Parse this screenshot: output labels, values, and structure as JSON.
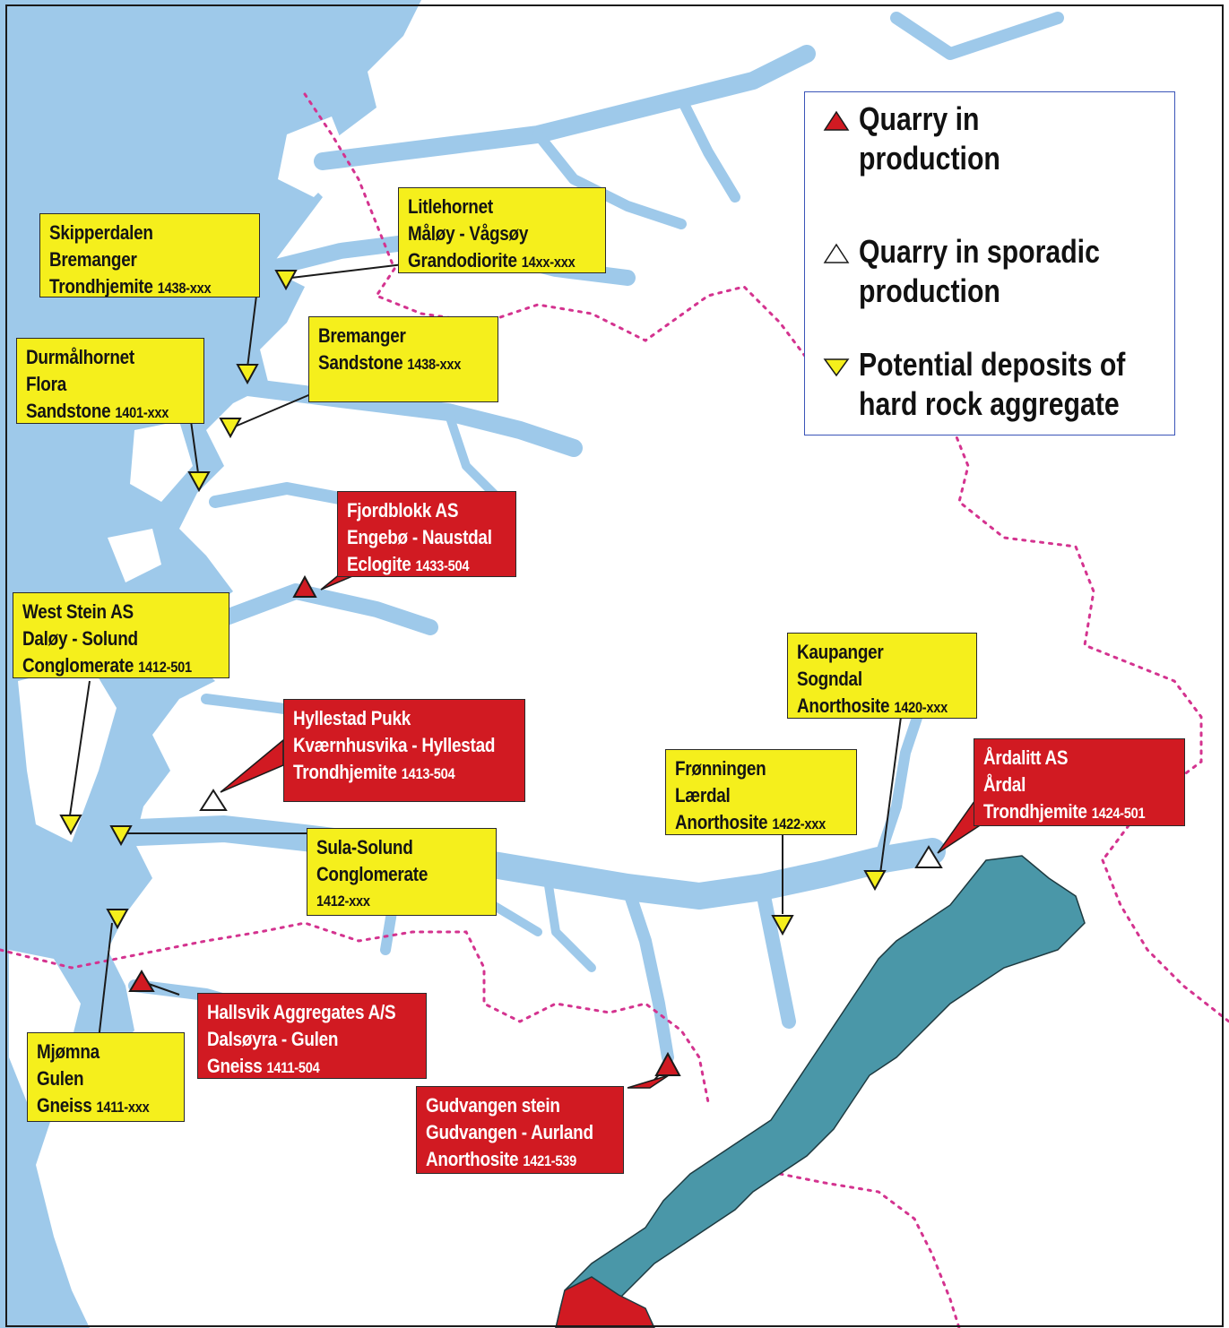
{
  "colors": {
    "sea": "#9ec9ea",
    "land": "#ffffff",
    "border": "#d4338f",
    "inset_norway": "#4a97a8",
    "inset_sweden": "#d11a22",
    "label_yellow": "#f5ef1c",
    "label_red": "#d11a22",
    "legend_border": "#3b55b8"
  },
  "legend": {
    "items": [
      {
        "symbol": "red-triangle-up",
        "text_1": "Quarry in",
        "text_2": "production"
      },
      {
        "symbol": "white-triangle-up",
        "text_1": "Quarry in sporadic",
        "text_2": "production"
      },
      {
        "symbol": "yellow-triangle-down",
        "text_1": "Potential deposits of",
        "text_2": "hard rock aggregate"
      }
    ]
  },
  "labels": {
    "skipperdalen": {
      "line1": "Skipperdalen",
      "line2": "Bremanger",
      "line3": "Trondhjemite",
      "code": "1438-xxx"
    },
    "litlehornet": {
      "line1": "Litlehornet",
      "line2": "Måløy - Vågsøy",
      "line3": "Grandodiorite",
      "code": "14xx-xxx"
    },
    "bremanger": {
      "line1": "Bremanger",
      "line2": "Sandstone",
      "code": "1438-xxx"
    },
    "durmalhornet": {
      "line1": "Durmålhornet",
      "line2": "Flora",
      "line3": "Sandstone",
      "code": "1401-xxx"
    },
    "fjordblokk": {
      "line1": "Fjordblokk AS",
      "line2": "Engebø - Naustdal",
      "line3": "Eclogite",
      "code": "1433-504"
    },
    "weststein": {
      "line1": "West Stein AS",
      "line2": "Daløy - Solund",
      "line3": "Conglomerate",
      "code": "1412-501"
    },
    "hyllestad": {
      "line1": "Hyllestad Pukk",
      "line2": "Kværnhusvika - Hyllestad",
      "line3": "Trondhjemite",
      "code": "1413-504"
    },
    "sulasolund": {
      "line1": "Sula-Solund",
      "line2": "Conglomerate",
      "code": "1412-xxx"
    },
    "kaupanger": {
      "line1": "Kaupanger",
      "line2": "Sogndal",
      "line3": "Anorthosite",
      "code": "1420-xxx"
    },
    "fronningen": {
      "line1": "Frønningen",
      "line2": "Lærdal",
      "line3": "Anorthosite",
      "code": "1422-xxx"
    },
    "ardalitt": {
      "line1": "Årdalitt AS",
      "line2": "Årdal",
      "line3": "Trondhjemite",
      "code": "1424-501"
    },
    "hallsvik": {
      "line1": "Hallsvik Aggregates A/S",
      "line2": "Dalsøyra - Gulen",
      "line3": "Gneiss",
      "code": "1411-504"
    },
    "mjomna": {
      "line1": "Mjømna",
      "line2": "Gulen",
      "line3": "Gneiss",
      "code": "1411-xxx"
    },
    "gudvangen": {
      "line1": "Gudvangen stein",
      "line2": "Gudvangen - Aurland",
      "line3": "Anorthosite",
      "code": "1421-539"
    }
  }
}
